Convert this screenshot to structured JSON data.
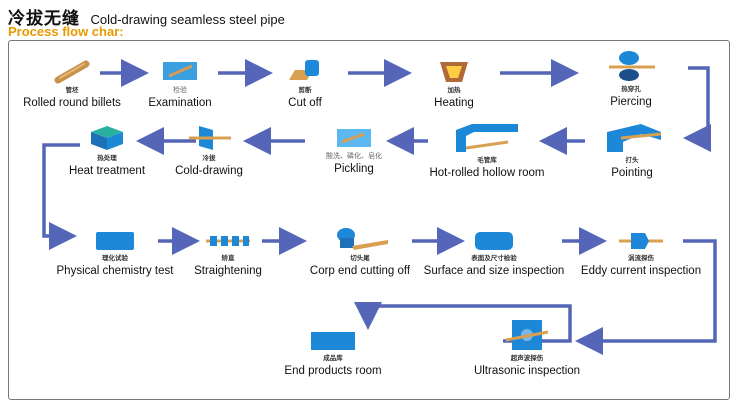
{
  "header": {
    "title_cn": "冷拔无缝",
    "title_en": "Cold-drawing seamless steel pipe",
    "subtitle": "Process flow char:"
  },
  "steps": [
    {
      "cn": "管坯",
      "en": "Rolled round billets"
    },
    {
      "cn": "检验",
      "en": "Examination"
    },
    {
      "cn": "剪断",
      "en": "Cut off"
    },
    {
      "cn": "加热",
      "en": "Heating"
    },
    {
      "cn": "热穿孔",
      "en": "Piercing"
    },
    {
      "cn": "打头",
      "en": "Pointing"
    },
    {
      "cn": "毛管库",
      "en": "Hot-rolled hollow room"
    },
    {
      "cn": "酸洗、磷化、皂化",
      "en": "Pickling"
    },
    {
      "cn": "冷拔",
      "en": "Cold-drawing"
    },
    {
      "cn": "热处理",
      "en": "Heat treatment"
    },
    {
      "cn": "理化试验",
      "en": "Physical chemistry test"
    },
    {
      "cn": "矫直",
      "en": "Straightening"
    },
    {
      "cn": "切头尾",
      "en": "Corp end cutting off"
    },
    {
      "cn": "表面及尺寸检验",
      "en": "Surface and size inspection"
    },
    {
      "cn": "涡流探伤",
      "en": "Eddy current inspection"
    },
    {
      "cn": "超声波探伤",
      "en": "Ultrasonic inspection"
    },
    {
      "cn": "成品库",
      "en": "End products room"
    }
  ],
  "colors": {
    "arrow": "#5566b8",
    "icon_blue": "#1e88d8",
    "subtitle": "#e69a00",
    "billet": "#c8914a"
  }
}
